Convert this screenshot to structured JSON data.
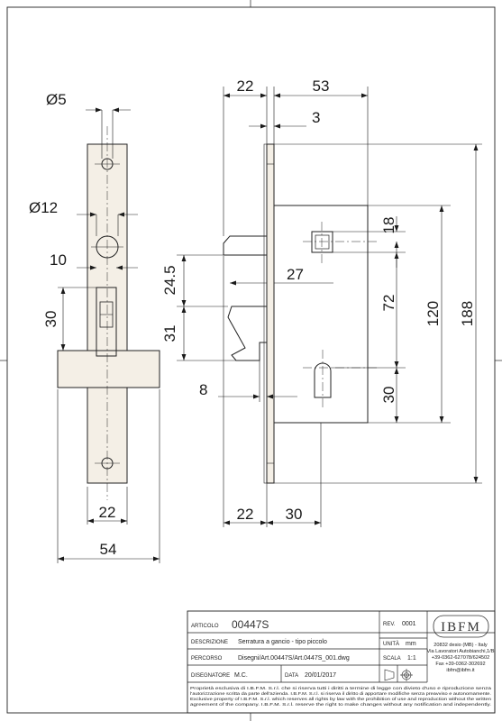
{
  "dimensions": {
    "d5": "Ø5",
    "d12": "Ø12",
    "d10": "10",
    "d30_left": "30",
    "d22_bottom_left": "22",
    "d54": "54",
    "d22_top": "22",
    "d53": "53",
    "d3": "3",
    "d18": "18",
    "d24_5": "24.5",
    "d27": "27",
    "d72": "72",
    "d120": "120",
    "d188": "188",
    "d31": "31",
    "d8": "8",
    "d30_right": "30",
    "d22_bottom_mid": "22",
    "d30_bottom_mid": "30"
  },
  "title_block": {
    "articolo_label": "ARTICOLO",
    "articolo_value": "00447S",
    "rev_label": "REV.",
    "rev_value": "0001",
    "descrizione_label": "DESCRIZIONE",
    "descrizione_value": "Serratura a gancio - tipo piccolo",
    "unita_label": "UNITÀ",
    "unita_value": "mm",
    "percorso_label": "PERCORSO",
    "percorso_value": "Disegni/Art.00447S/Art.0447S_001.dwg",
    "scala_label": "SCALA",
    "scala_value": "1:1",
    "disegnatore_label": "DISEGNATORE",
    "disegnatore_value": "M.C.",
    "data_label": "DATA",
    "data_value": "20/01/2017",
    "logo_text": "IBFM",
    "company_lines": [
      "20832 desio (MB) - Italy",
      "Via Lavoratori Autobianchi,1/B",
      "+39-0362-627078/624502",
      "Fax +39-0362-302692",
      "ibfm@ibfm.it"
    ],
    "notice_lines": [
      "Proprietà esclusiva di I.B.F.M. S.r.l. che si riserva tutti i diritti a termine di legge con divieto d'uso e riproduzione senza",
      "l'autorizzazione scritta da parte dell'azienda. I.B.F.M. S.r.l. si riserva il diritto di apportare modifiche senza preavviso e autonomamente.",
      "Exclusive property of I.B.F.M. S.r.l. which reserves all rights by law with the prohibition of use and reproduction without the written",
      "agreement of the company. I.B.F.M. S.r.l. reserve the right to make changes without any notification and independently."
    ]
  }
}
